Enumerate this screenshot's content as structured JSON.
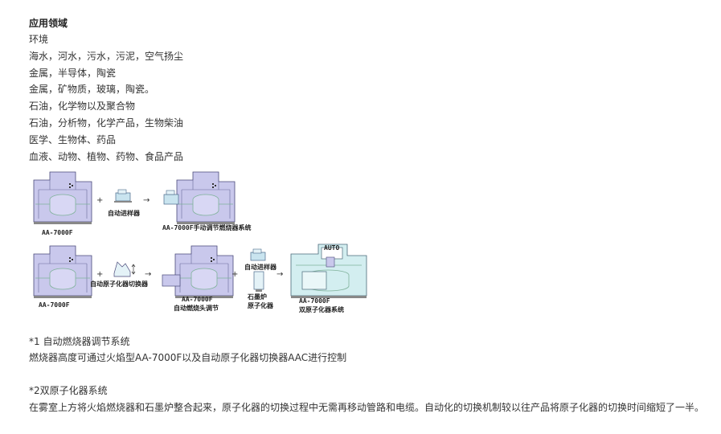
{
  "section": {
    "title": "应用领域",
    "lines": [
      "环境",
      "海水，河水，污水，污泥，空气扬尘",
      "金属，半导体，陶瓷",
      "金属，矿物质，玻璃，陶瓷。",
      "石油，化学物以及聚合物",
      "石油，分析物，化学产品，生物柴油",
      "医学、生物体、药品",
      "血液、动物、植物、药物、食品产品"
    ]
  },
  "diagram": {
    "row1": {
      "unit_label": "AA-7000F",
      "plus": "+",
      "arrow": "→",
      "accessory_label": "自动进样器",
      "result_label": "AA-7000F手动调节燃烧器系统"
    },
    "row2": {
      "unit_label": "AA-7000F",
      "plus": "+",
      "arrow": "→",
      "accessory_label": "自动原子化器切换器",
      "mid_label_1": "AA-7000F",
      "mid_label_2": "自动燃烧头调节",
      "plus2": "+",
      "accessory2_label_1": "自动进样器",
      "accessory2_label_2": "石墨炉",
      "accessory2_label_3": "原子化器",
      "arrow2": "→",
      "auto_badge": "AUTO",
      "result_label_1": "AA-7000F",
      "result_label_2": "双原子化器系统"
    }
  },
  "notes": [
    {
      "title": "*1 自动燃烧器调节系统",
      "text": "燃烧器高度可通过火焰型AA-7000F以及自动原子化器切换器AAC进行控制"
    },
    {
      "title": "*2双原子化器系统",
      "text": "在雾室上方将火焰燃烧器和石墨炉整合起来，原子化器的切换过程中无需再移动管路和电缆。自动化的切换机制较以往产品将原子化器的切换时间缩短了一半。"
    }
  ]
}
